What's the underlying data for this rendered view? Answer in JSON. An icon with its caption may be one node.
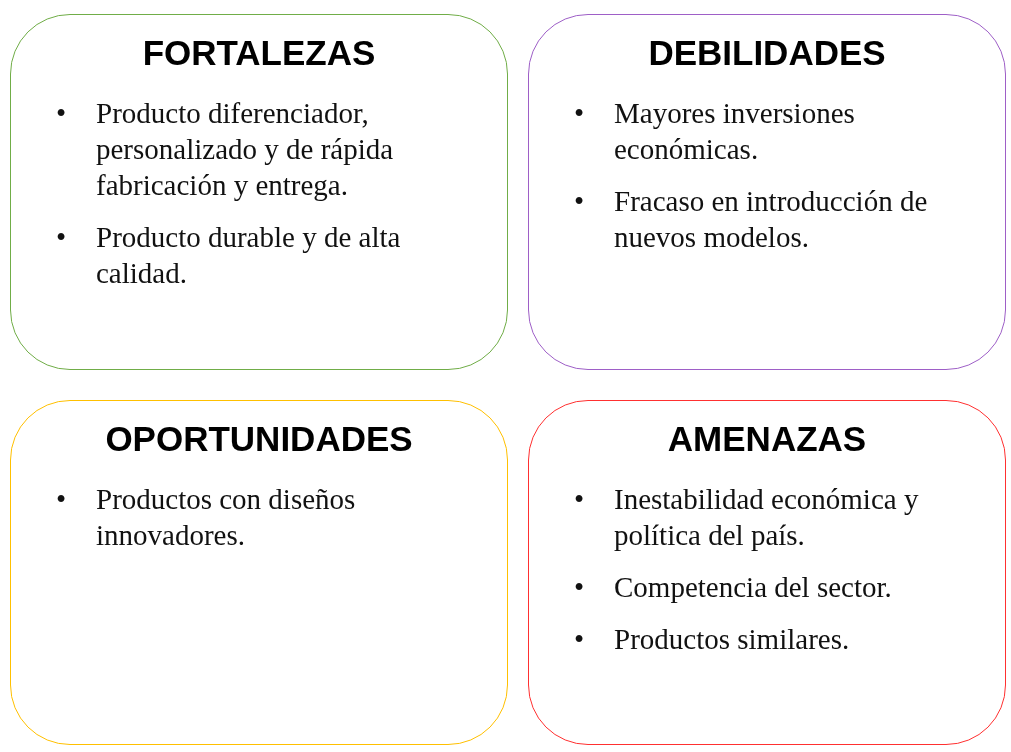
{
  "diagram": {
    "nodes": [
      {
        "text": [
          "FORTALEZAS",
          "Producto diferenciador, personalizado y de rápida fabricación y entrega.",
          "Producto durable y de alta calidad."
        ]
      },
      {
        "text": [
          "DEBILIDADES",
          "Mayores inversiones económicas.",
          "Fracaso en introducción de nuevos modelos."
        ]
      },
      {
        "text": [
          "OPORTUNIDADES",
          "Productos con diseños innovadores."
        ]
      },
      {
        "text": [
          "AMENAZAS",
          "Inestabilidad económica y política del país.",
          "Competencia del sector.",
          "Productos similares."
        ]
      }
    ],
    "labels": [
      "•",
      "•",
      "•",
      "•",
      "•",
      "•",
      "•",
      "•"
    ]
  }
}
